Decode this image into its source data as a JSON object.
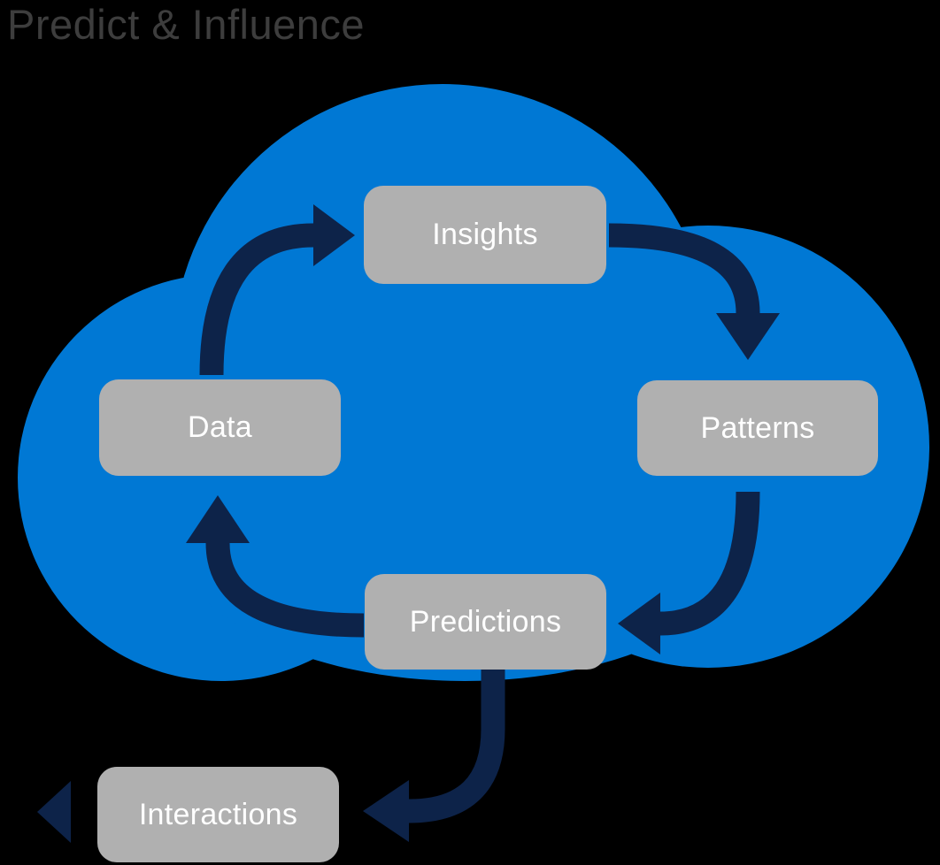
{
  "title": "Predict & Influence",
  "colors": {
    "background": "#000000",
    "cloud_blue": "#0078d4",
    "arrow_navy": "#0d2349",
    "node_gray": "#b0b0b0",
    "node_text": "#ffffff",
    "title_text": "#3d3d3d"
  },
  "nodes": {
    "insights": {
      "label": "Insights"
    },
    "data": {
      "label": "Data"
    },
    "patterns": {
      "label": "Patterns"
    },
    "predictions": {
      "label": "Predictions"
    },
    "interactions": {
      "label": "Interactions"
    }
  },
  "cycle_order": "Data → Insights → Patterns → Predictions → Data",
  "external_flow": "Predictions → Interactions"
}
